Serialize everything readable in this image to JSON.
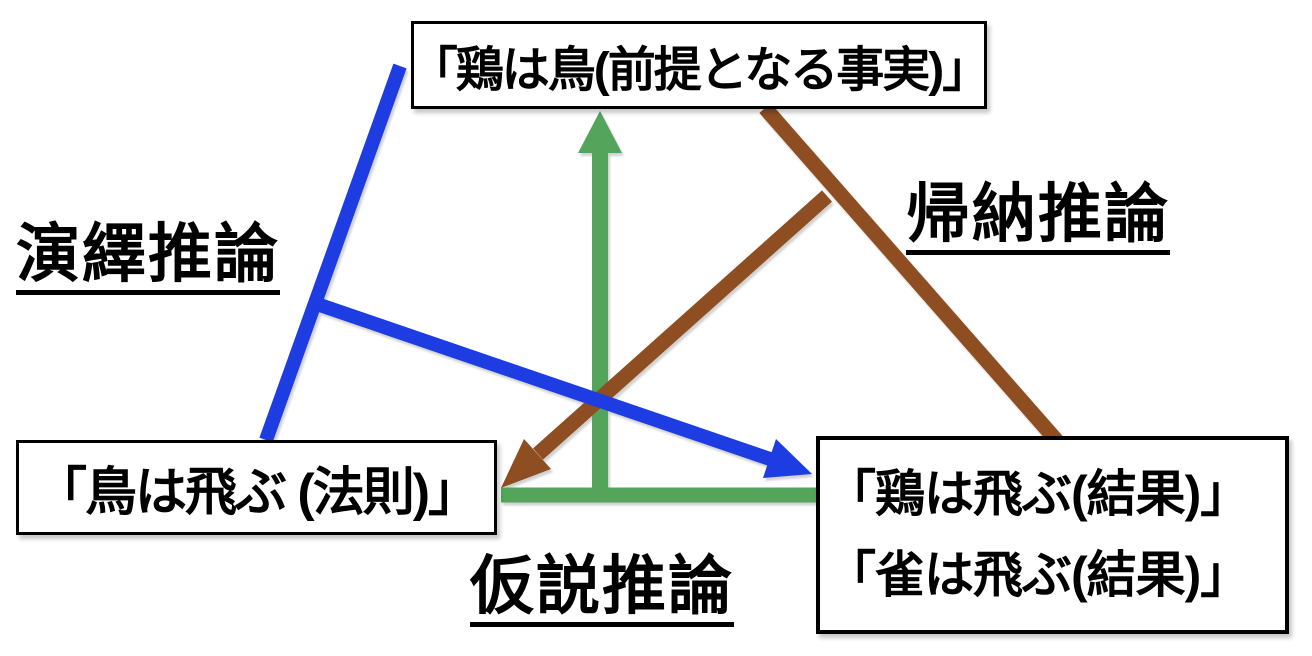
{
  "diagram_title": "reasoning-types-diagram",
  "boxes": {
    "premise": {
      "text": "「鶏は鳥(前提となる事実)」"
    },
    "law": {
      "text": "「鳥は飛ぶ (法則)」"
    },
    "result": {
      "line1": "「鶏は飛ぶ(結果)」",
      "line2": "「雀は飛ぶ(結果)」"
    }
  },
  "labels": {
    "deduction": "演繹推論",
    "induction": "帰納推論",
    "abduction": "仮説推論"
  },
  "colors": {
    "deduction_blue": "#1D3CE2",
    "induction_brown": "#8F4E21",
    "abduction_green": "#54A45C",
    "box_border": "#000000",
    "text": "#000000"
  }
}
